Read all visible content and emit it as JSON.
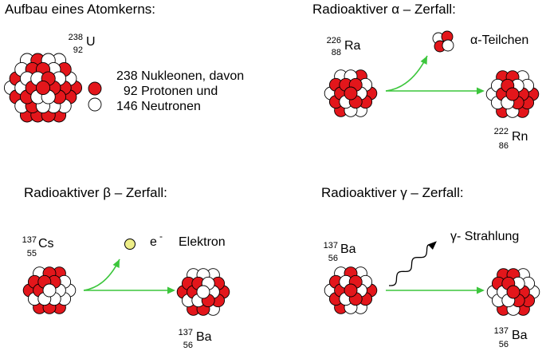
{
  "colors": {
    "proton": "#e3161b",
    "neutron": "#ffffff",
    "arrow": "#3cc63c",
    "electron": "#eeee88",
    "outline": "#000000"
  },
  "panel1": {
    "title": "Aufbau eines Atomkerns:",
    "isotope": {
      "mass": "238",
      "number": "92",
      "symbol": "U"
    },
    "legend_lines": [
      "238 Nukleonen, davon",
      "  92 Protonen und",
      "146 Neutronen"
    ]
  },
  "panel2": {
    "title": "Radioaktiver α – Zerfall:",
    "parent": {
      "mass": "226",
      "number": "88",
      "symbol": "Ra"
    },
    "daughter": {
      "mass": "222",
      "number": "86",
      "symbol": "Rn"
    },
    "particle_label": "α-Teilchen"
  },
  "panel3": {
    "title": "Radioaktiver β – Zerfall:",
    "parent": {
      "mass": "137",
      "number": "55",
      "symbol": "Cs"
    },
    "daughter": {
      "mass": "137",
      "number": "56",
      "symbol": "Ba"
    },
    "electron_symbol": "e",
    "electron_charge": "-",
    "electron_label": "Elektron"
  },
  "panel4": {
    "title": "Radioaktiver γ – Zerfall:",
    "parent": {
      "mass": "137",
      "number": "56",
      "symbol": "Ba"
    },
    "daughter": {
      "mass": "137",
      "number": "56",
      "symbol": "Ba"
    },
    "radiation_label": "γ- Strahlung"
  }
}
